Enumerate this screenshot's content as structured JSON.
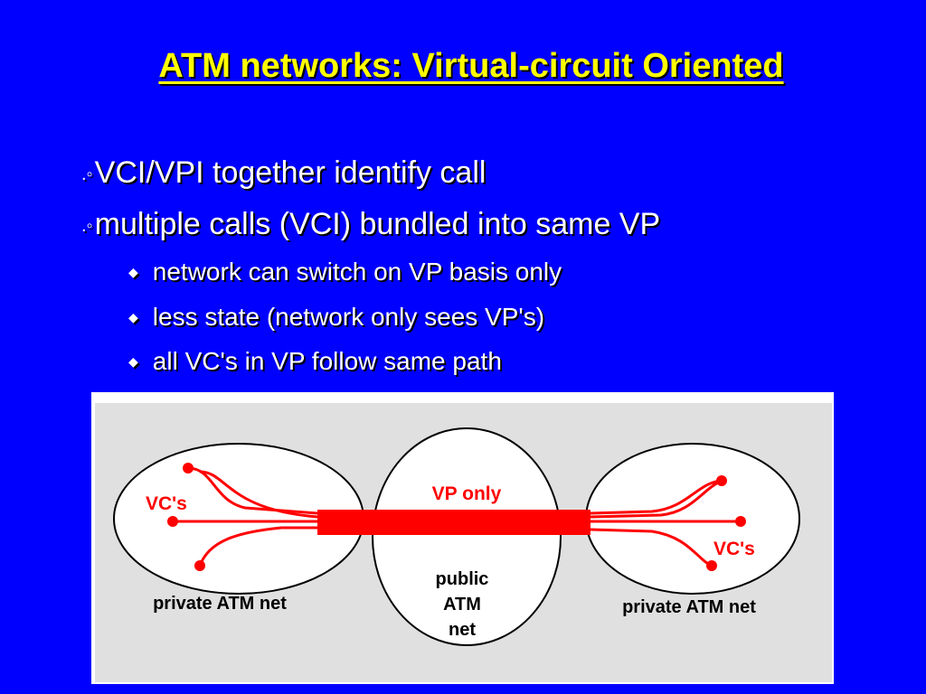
{
  "slide": {
    "title": "ATM networks: Virtual-circuit Oriented",
    "bullets": [
      "VCI/VPI together identify call",
      "multiple calls (VCI) bundled into same VP"
    ],
    "sub_bullets": [
      "network can switch on VP basis only",
      "less state (network only sees VP's)",
      "all VC's in VP follow same path"
    ]
  },
  "diagram": {
    "left_vc_label": "VC's",
    "right_vc_label": "VC's",
    "vp_label": "VP only",
    "left_net_label": "private ATM net",
    "right_net_label": "private ATM net",
    "public_label_lines": [
      "public",
      "ATM",
      "net"
    ]
  },
  "colors": {
    "background": "#0000ff",
    "title": "#ffff00",
    "accent_red": "#ff0000",
    "figure_bg": "#e0e0e0"
  }
}
